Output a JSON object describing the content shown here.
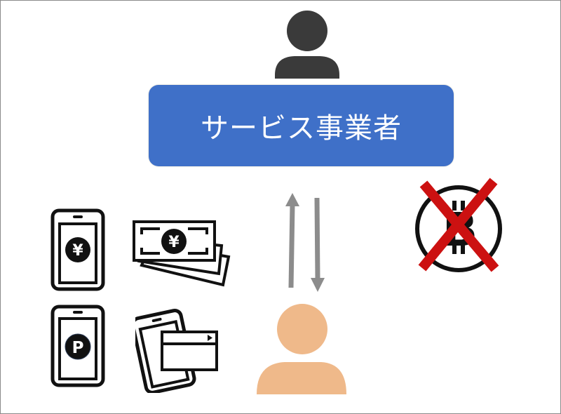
{
  "diagram": {
    "provider": {
      "label": "サービス事業者",
      "icon": "person-icon",
      "icon_color": "#3a3a3a",
      "box_color": "#3f70c8"
    },
    "user": {
      "icon": "person-icon",
      "color": "#efb98a"
    },
    "exchange_arrows": {
      "up": "arrow-up",
      "down": "arrow-down",
      "color": "#8c8c8c"
    },
    "payment_methods": [
      {
        "name": "smartphone-yen",
        "glyph": "¥"
      },
      {
        "name": "cash-banknotes",
        "glyph": "¥"
      },
      {
        "name": "smartphone-points",
        "glyph": "P"
      },
      {
        "name": "tablet-card-payment",
        "glyph": "▶"
      }
    ],
    "excluded": {
      "name": "bitcoin-crossed-out",
      "glyph": "B",
      "cross_color": "#cc1111"
    }
  }
}
